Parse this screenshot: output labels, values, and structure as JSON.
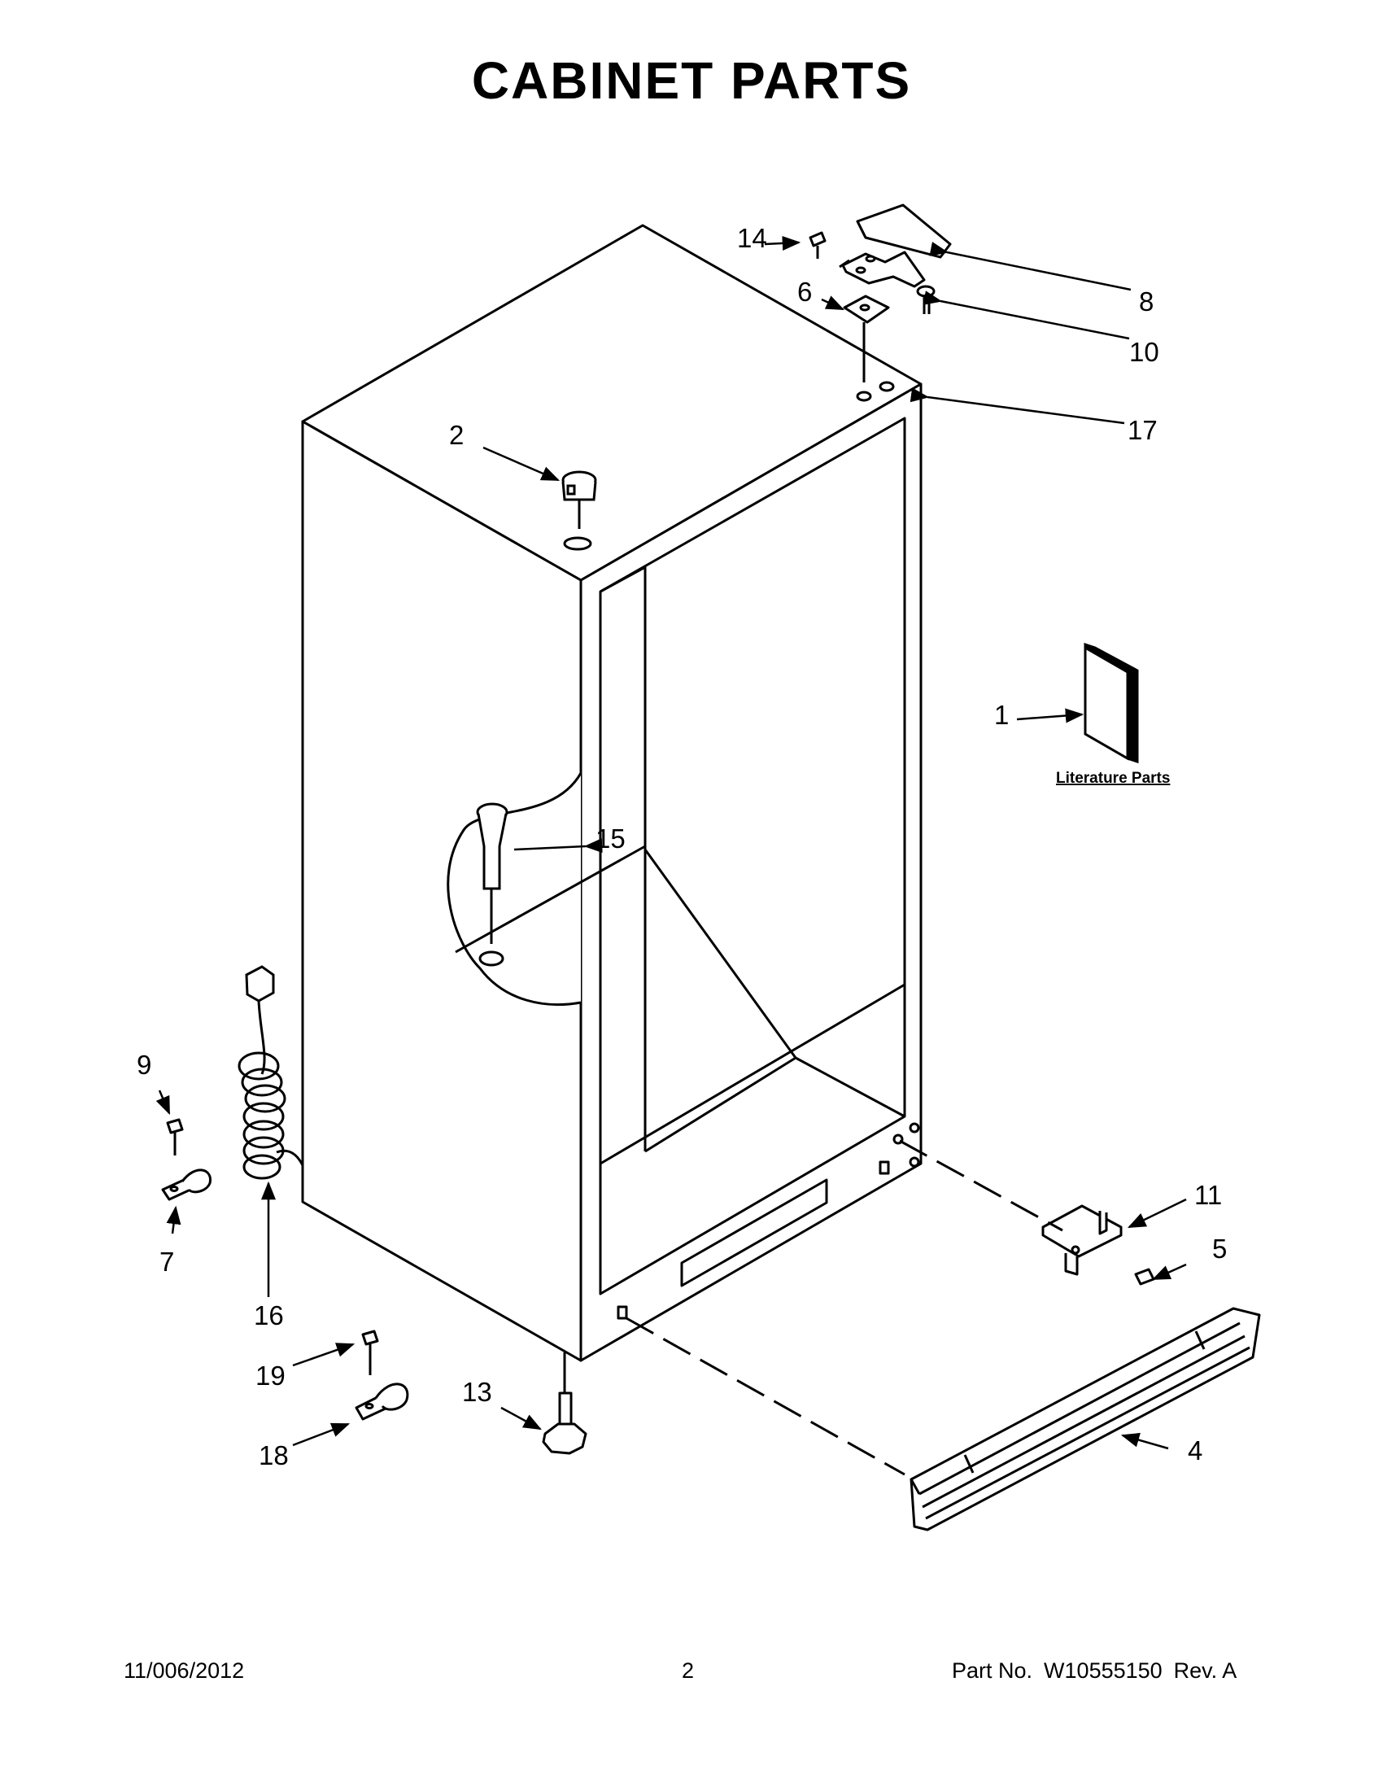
{
  "title": "CABINET PARTS",
  "callouts": {
    "c1": "1",
    "c2": "2",
    "c4": "4",
    "c5": "5",
    "c6": "6",
    "c7": "7",
    "c8": "8",
    "c9": "9",
    "c10": "10",
    "c11": "11",
    "c13": "13",
    "c14": "14",
    "c15": "15",
    "c16": "16",
    "c17": "17",
    "c18": "18",
    "c19": "19"
  },
  "literature_label": "Literature Parts",
  "footer": {
    "date": "11/006/2012",
    "page": "2",
    "part_label": "Part No.",
    "part_number": "W10555150",
    "revision": "Rev. A"
  }
}
